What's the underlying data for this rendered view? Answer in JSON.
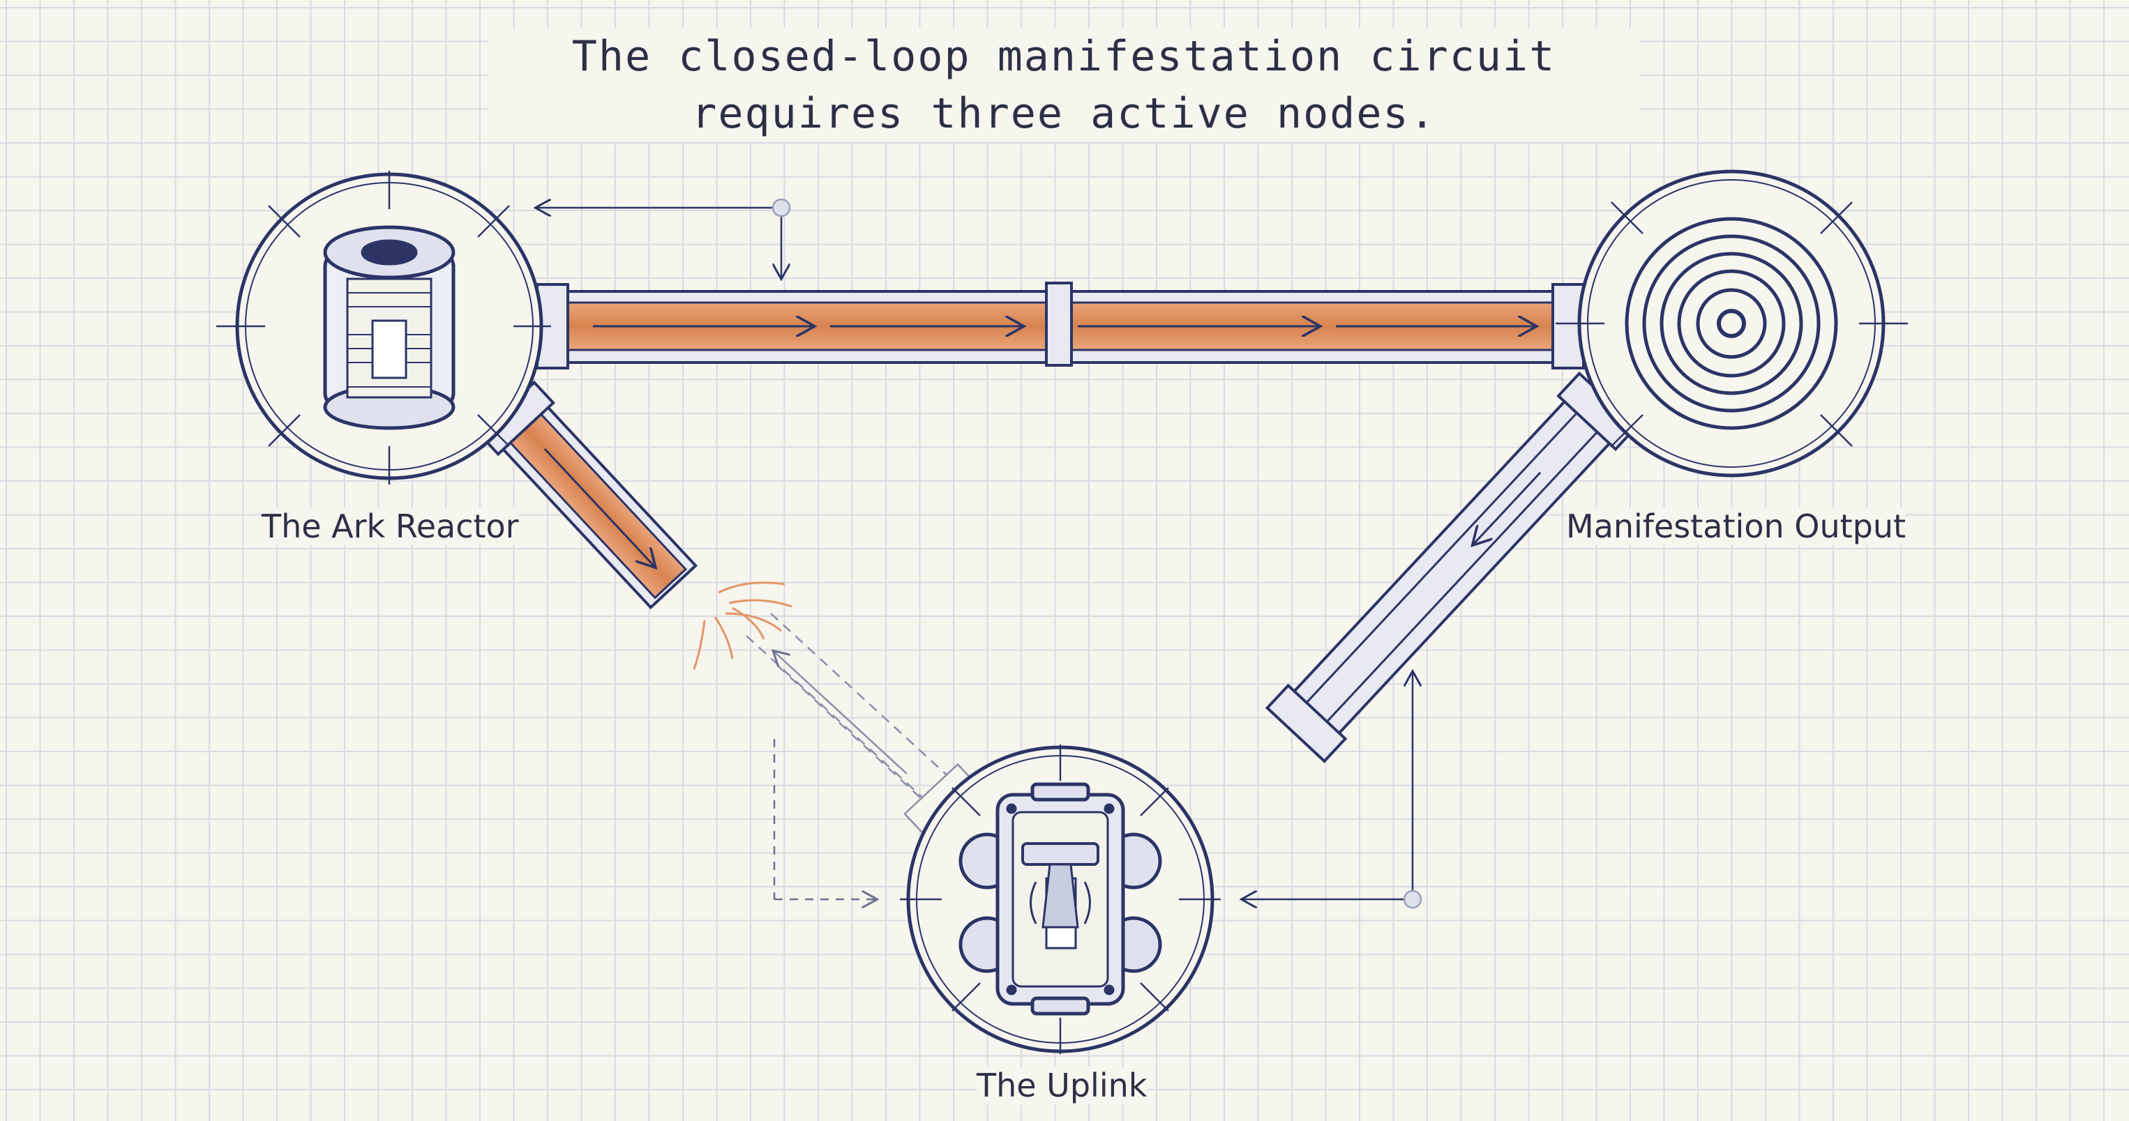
{
  "title": {
    "line1": "The closed-loop manifestation circuit",
    "line2": "requires three active nodes."
  },
  "nodes": {
    "reactor": {
      "label": "The Ark Reactor",
      "icon": "reactor-coil-icon"
    },
    "output": {
      "label": "Manifestation Output",
      "icon": "concentric-rings-icon"
    },
    "uplink": {
      "label": "The Uplink",
      "icon": "toggle-switch-icon"
    }
  },
  "colors": {
    "ink": "#2c3466",
    "copper": "#d98b5a",
    "paper": "#f6f5ee",
    "grid": "#d9dbe3"
  }
}
